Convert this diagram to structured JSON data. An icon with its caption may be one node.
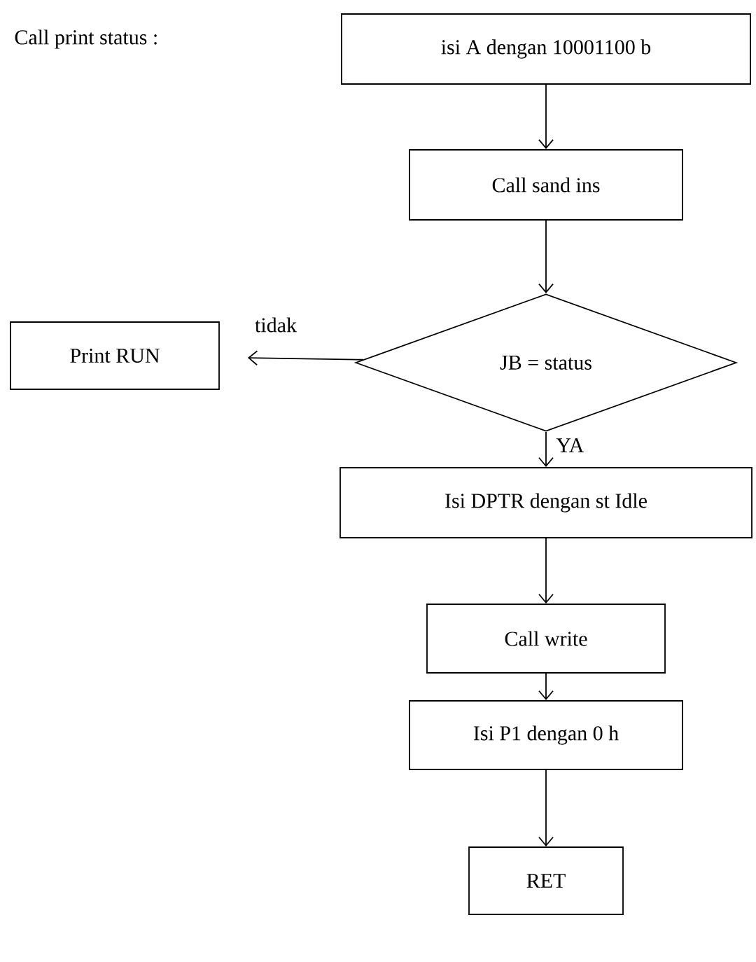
{
  "diagram": {
    "nodes": [
      {
        "text": [
          "isi A dengan 10001100 b"
        ]
      },
      {
        "text": [
          "Call sand ins"
        ]
      },
      {
        "text": [
          "JB = status"
        ]
      },
      {
        "text": [
          "Print RUN"
        ]
      },
      {
        "text": [
          "Isi DPTR dengan st Idle"
        ]
      },
      {
        "text": [
          "Call write"
        ]
      },
      {
        "text": [
          "Isi P1 dengan 0 h"
        ]
      },
      {
        "text": [
          "RET"
        ]
      }
    ],
    "edges": [
      {
        "from": 0,
        "to": 1,
        "arrow": "to"
      },
      {
        "from": 1,
        "to": 2,
        "arrow": "to"
      },
      {
        "from": 2,
        "to": 3,
        "arrow": "to",
        "label": "tidak"
      },
      {
        "from": 2,
        "to": 4,
        "arrow": "to",
        "label": "YA"
      },
      {
        "from": 4,
        "to": 5,
        "arrow": "to"
      },
      {
        "from": 5,
        "to": 6,
        "arrow": "to"
      },
      {
        "from": 6,
        "to": 7,
        "arrow": "to"
      }
    ],
    "labels": [
      "Call print status :"
    ]
  }
}
